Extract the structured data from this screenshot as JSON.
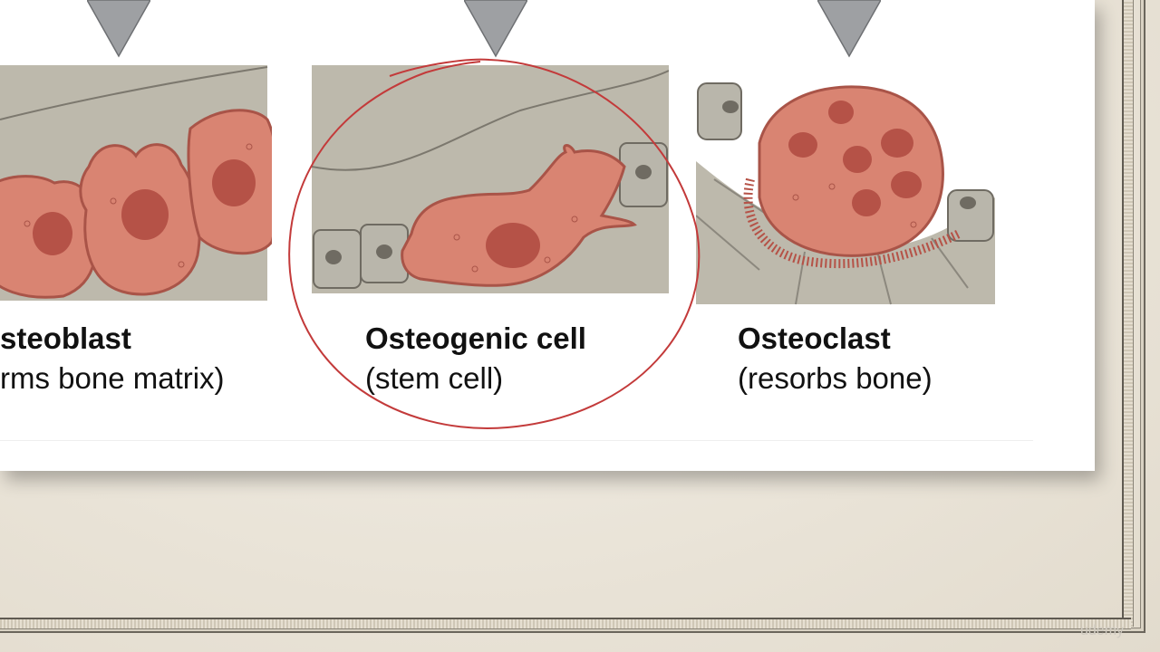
{
  "cells": [
    {
      "name": "steoblast",
      "description": "rms bone matrix)"
    },
    {
      "name": "Osteogenic cell",
      "description": "(stem cell)"
    },
    {
      "name": "Osteoclast",
      "description": "(resorbs bone)"
    }
  ],
  "colors": {
    "cell_fill": "#d98472",
    "cell_outline": "#b4574a",
    "nucleus": "#b55247",
    "bone_matrix": "#bdb9ac",
    "arrow": "#9ea0a3",
    "annotation_circle": "#c33a3a"
  },
  "watermark": "udemy"
}
